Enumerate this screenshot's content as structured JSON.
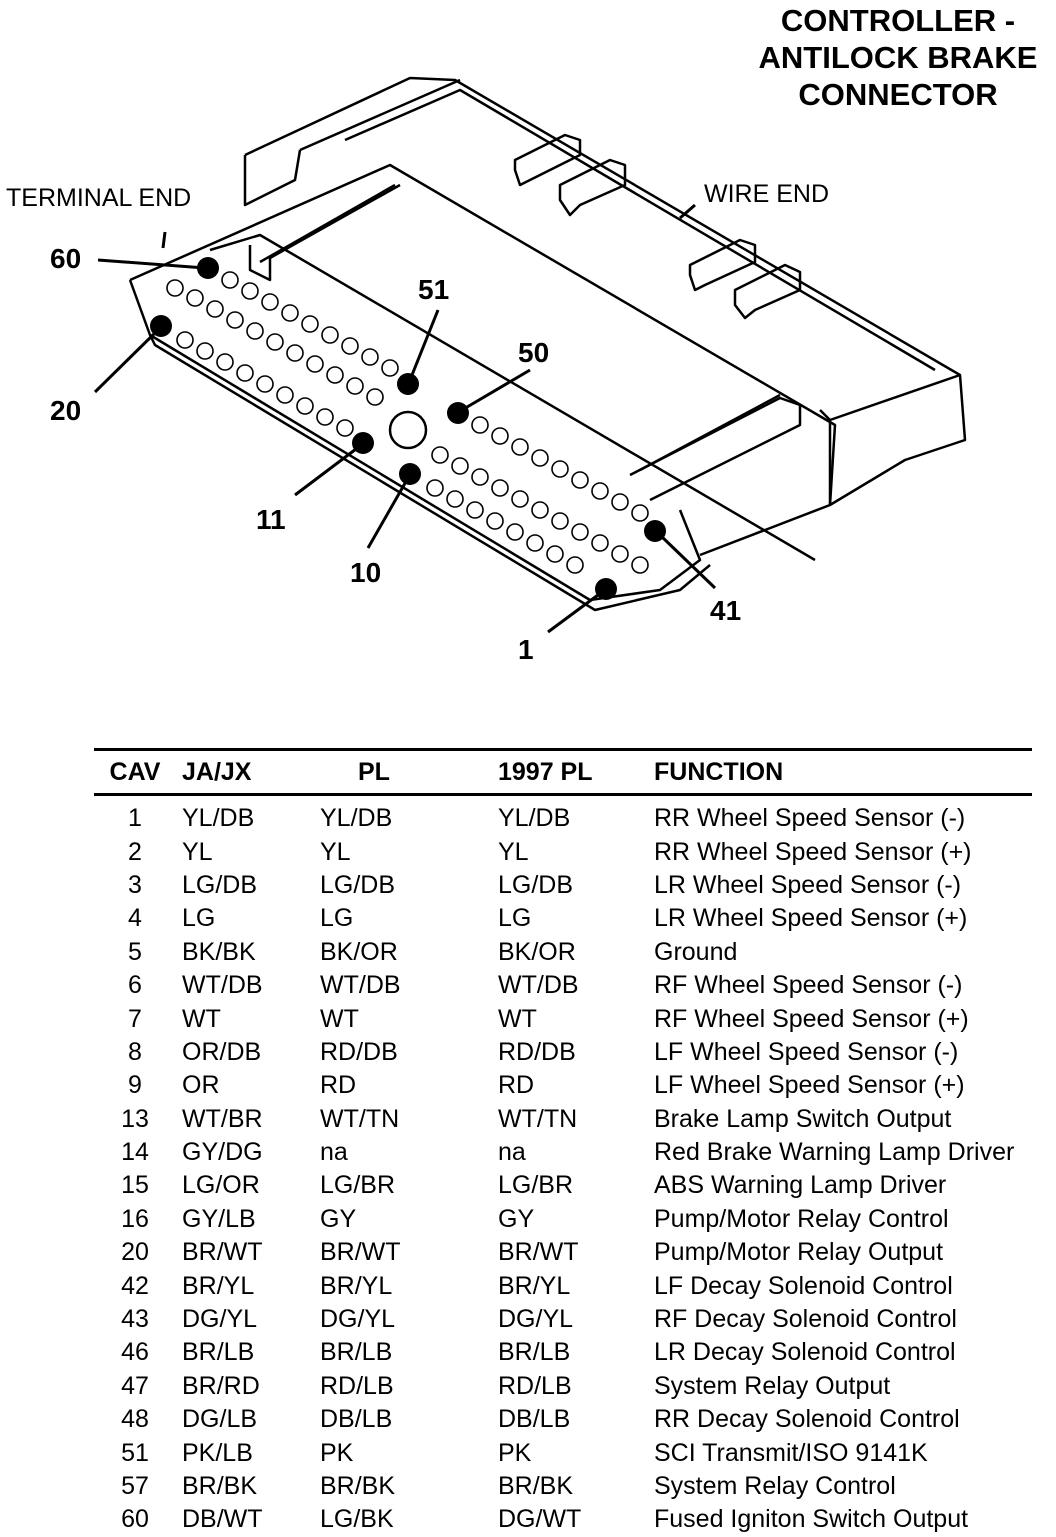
{
  "title": [
    "CONTROLLER -",
    "ANTILOCK BRAKE",
    "CONNECTOR"
  ],
  "labels": {
    "terminal_end": "TERMINAL END",
    "wire_end": "WIRE END"
  },
  "pin_callouts": {
    "p60": "60",
    "p20": "20",
    "p51": "51",
    "p50": "50",
    "p11": "11",
    "p10": "10",
    "p41": "41",
    "p1": "1"
  },
  "table": {
    "headers": [
      "CAV",
      "JA/JX",
      "PL",
      "1997 PL",
      "FUNCTION"
    ],
    "rows": [
      [
        "1",
        "YL/DB",
        "YL/DB",
        "YL/DB",
        "RR Wheel Speed Sensor (-)"
      ],
      [
        "2",
        "YL",
        "YL",
        "YL",
        "RR Wheel Speed Sensor (+)"
      ],
      [
        "3",
        "LG/DB",
        "LG/DB",
        "LG/DB",
        "LR Wheel Speed Sensor (-)"
      ],
      [
        "4",
        "LG",
        "LG",
        "LG",
        "LR Wheel Speed Sensor (+)"
      ],
      [
        "5",
        "BK/BK",
        "BK/OR",
        "BK/OR",
        "Ground"
      ],
      [
        "6",
        "WT/DB",
        "WT/DB",
        "WT/DB",
        "RF Wheel Speed Sensor (-)"
      ],
      [
        "7",
        "WT",
        "WT",
        "WT",
        "RF Wheel Speed Sensor (+)"
      ],
      [
        "8",
        "OR/DB",
        "RD/DB",
        "RD/DB",
        "LF Wheel Speed Sensor (-)"
      ],
      [
        "9",
        "OR",
        "RD",
        "RD",
        "LF Wheel Speed Sensor (+)"
      ],
      [
        "13",
        "WT/BR",
        "WT/TN",
        "WT/TN",
        "Brake Lamp Switch Output"
      ],
      [
        "14",
        "GY/DG",
        "na",
        "na",
        "Red Brake Warning Lamp Driver"
      ],
      [
        "15",
        "LG/OR",
        "LG/BR",
        "LG/BR",
        "ABS Warning Lamp Driver"
      ],
      [
        "16",
        "GY/LB",
        "GY",
        "GY",
        "Pump/Motor Relay Control"
      ],
      [
        "20",
        "BR/WT",
        "BR/WT",
        "BR/WT",
        "Pump/Motor Relay Output"
      ],
      [
        "42",
        "BR/YL",
        "BR/YL",
        "BR/YL",
        "LF Decay Solenoid Control"
      ],
      [
        "43",
        "DG/YL",
        "DG/YL",
        "DG/YL",
        "RF Decay Solenoid Control"
      ],
      [
        "46",
        "BR/LB",
        "BR/LB",
        "BR/LB",
        "LR Decay Solenoid Control"
      ],
      [
        "47",
        "BR/RD",
        "RD/LB",
        "RD/LB",
        "System Relay Output"
      ],
      [
        "48",
        "DG/LB",
        "DB/LB",
        "DB/LB",
        "RR Decay Solenoid Control"
      ],
      [
        "51",
        "PK/LB",
        "PK",
        "PK",
        "SCI Transmit/ISO 9141K"
      ],
      [
        "57",
        "BR/BK",
        "BR/BK",
        "BR/BK",
        "System Relay Control"
      ],
      [
        "60",
        "DB/WT",
        "LG/BK",
        "DG/WT",
        "Fused Igniton Switch Output"
      ]
    ]
  }
}
